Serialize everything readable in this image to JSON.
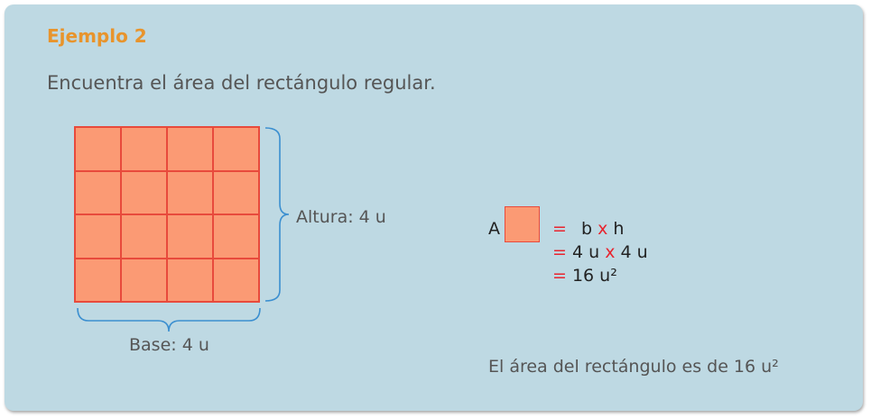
{
  "example": {
    "title": "Ejemplo 2",
    "prompt": "Encuentra el área del rectángulo regular."
  },
  "figure": {
    "rows": 4,
    "cols": 4,
    "height_label": "Altura: 4 u",
    "base_label": "Base: 4 u",
    "fill_color": "#fb9a74",
    "line_color": "#e84a3c"
  },
  "formula": {
    "area_letter": "A",
    "line1": {
      "eq": "=",
      "b": "b",
      "x": "x",
      "h": "h"
    },
    "line2": {
      "eq": "=",
      "left": "4 u",
      "x": "x",
      "right": "4 u"
    },
    "line3": {
      "eq": "=",
      "result": "16 u²"
    }
  },
  "conclusion": "El área del rectángulo es de 16 u²",
  "colors": {
    "background": "#bed9e3",
    "title": "#e8942c",
    "operator": "#e8242e"
  }
}
